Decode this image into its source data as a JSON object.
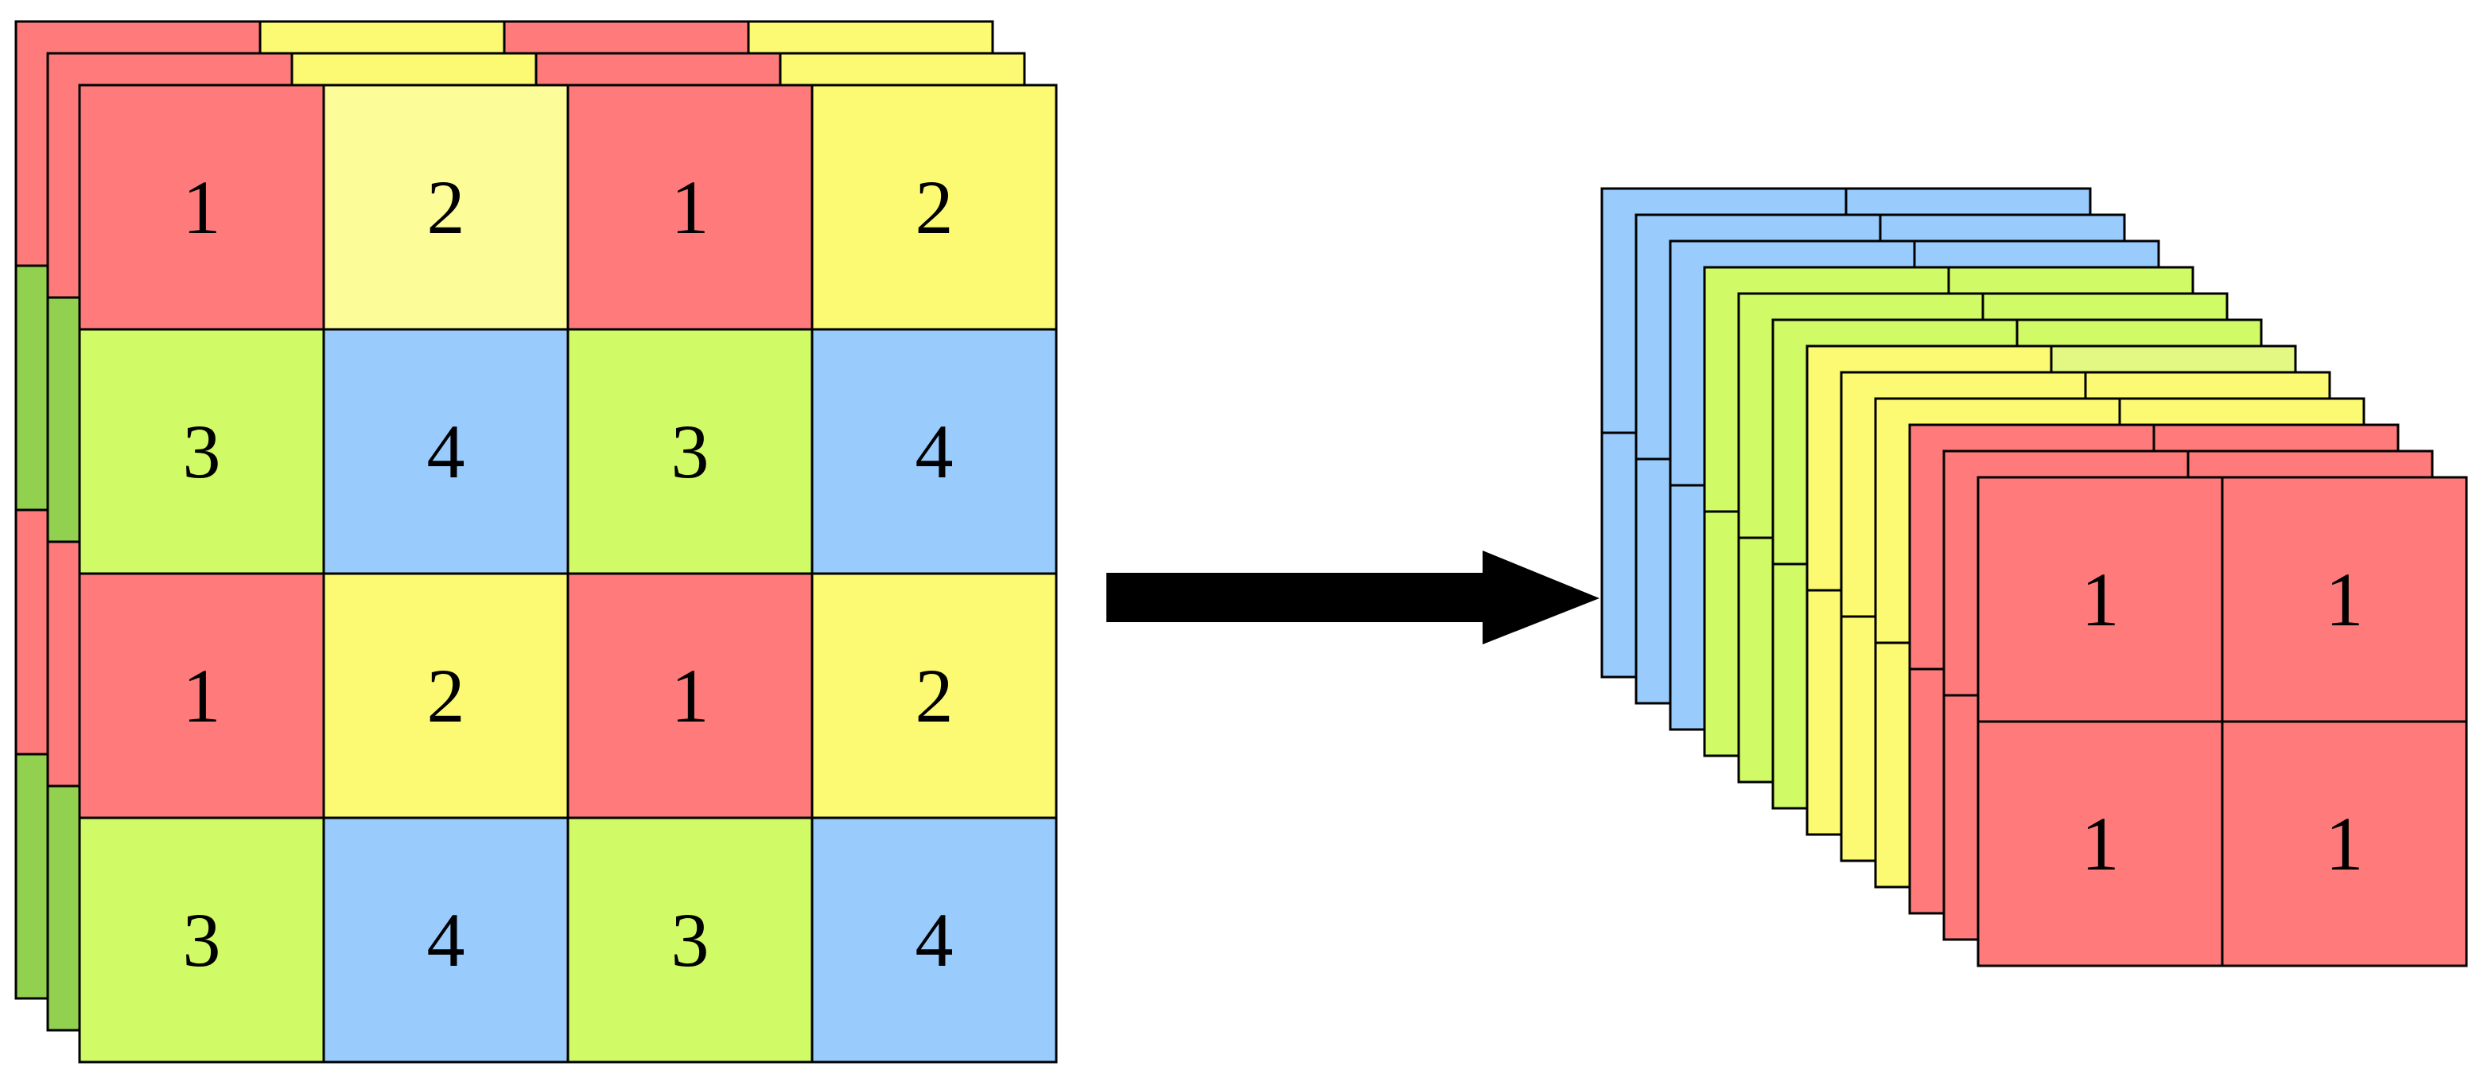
{
  "colors": {
    "red": "#ff7b7b",
    "yellow": "#fbfa72",
    "pale_yellow": "#fcfd99",
    "green": "#d0fb66",
    "dark_green": "#92d050",
    "blue": "#99cbfd",
    "yellow_green": "#e3f783",
    "stroke": "#000000",
    "arrow": "#000000",
    "background": "#ffffff"
  },
  "input_grid": {
    "rows": [
      [
        {
          "label": "1",
          "color": "red"
        },
        {
          "label": "2",
          "color": "pale_yellow"
        },
        {
          "label": "1",
          "color": "red"
        },
        {
          "label": "2",
          "color": "yellow"
        }
      ],
      [
        {
          "label": "3",
          "color": "green"
        },
        {
          "label": "4",
          "color": "blue"
        },
        {
          "label": "3",
          "color": "green"
        },
        {
          "label": "4",
          "color": "blue"
        }
      ],
      [
        {
          "label": "1",
          "color": "red"
        },
        {
          "label": "2",
          "color": "yellow"
        },
        {
          "label": "1",
          "color": "red"
        },
        {
          "label": "2",
          "color": "yellow"
        }
      ],
      [
        {
          "label": "3",
          "color": "green"
        },
        {
          "label": "4",
          "color": "blue"
        },
        {
          "label": "3",
          "color": "green"
        },
        {
          "label": "4",
          "color": "blue"
        }
      ]
    ],
    "back_layers": [
      {
        "top_row": [
          "red",
          "yellow",
          "red",
          "yellow"
        ],
        "left_column": [
          "red",
          "dark_green",
          "red",
          "dark_green"
        ]
      },
      {
        "top_row": [
          "red",
          "yellow",
          "red",
          "yellow"
        ],
        "left_column": [
          "red",
          "dark_green",
          "red",
          "dark_green"
        ]
      }
    ]
  },
  "output_stack": {
    "layers": [
      {
        "color": "blue"
      },
      {
        "color": "blue"
      },
      {
        "color": "blue"
      },
      {
        "color": "green"
      },
      {
        "color": "green"
      },
      {
        "color": "green"
      },
      {
        "color": "yellow",
        "top_right_color": "yellow_green"
      },
      {
        "color": "yellow"
      },
      {
        "color": "yellow"
      },
      {
        "color": "red"
      },
      {
        "color": "red"
      },
      {
        "color": "red"
      }
    ],
    "front_grid": {
      "rows": [
        [
          {
            "label": "1",
            "color": "red"
          },
          {
            "label": "1",
            "color": "red"
          }
        ],
        [
          {
            "label": "1",
            "color": "red"
          },
          {
            "label": "1",
            "color": "red"
          }
        ]
      ]
    }
  }
}
